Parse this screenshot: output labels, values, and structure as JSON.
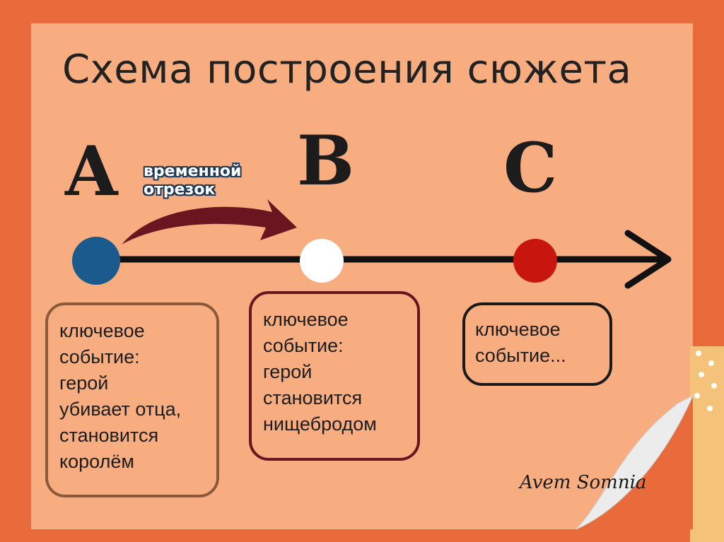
{
  "title": "Схема построения сюжета",
  "timeline": {
    "interval_label": [
      "временной",
      "отрезок"
    ],
    "points": [
      {
        "letter": "A",
        "color": "#1a5a8c",
        "event": [
          "ключевое",
          "событие:",
          "герой",
          "убивает отца,",
          "становится",
          "королём"
        ]
      },
      {
        "letter": "B",
        "color": "#ffffff",
        "event": [
          "ключевое",
          "событие:",
          "герой",
          "становится",
          "нищебродом"
        ]
      },
      {
        "letter": "C",
        "color": "#c8150d",
        "event": [
          "ключевое",
          "событие..."
        ]
      }
    ]
  },
  "signature": "Avem Somnia",
  "colors": {
    "background": "#e96a3a",
    "card": "#f8ad80",
    "arrow": "#6b1520",
    "line": "#111111"
  }
}
